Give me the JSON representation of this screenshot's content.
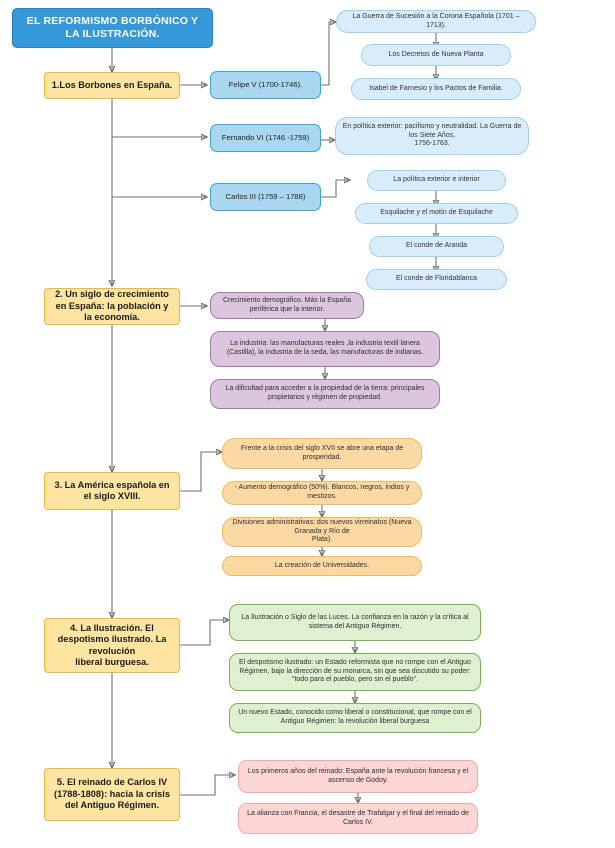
{
  "title": {
    "text": "EL REFORMISMO BORBÓNICO Y LA ILUSTRACIÓN.",
    "color": "#3498db"
  },
  "palette": {
    "title_blue": "#3498db",
    "yellow": "#fde4a0",
    "king_blue": "#a9d7f0",
    "light_blue": "#d8ecfa",
    "purple": "#dcc6de",
    "orange": "#fcd9a3",
    "green": "#dff0d0",
    "pink": "#fbd6d4",
    "connector_gray": "#6f7275"
  },
  "sections": [
    {
      "id": "s1",
      "label": "1.Los Borbones en España.",
      "kings": [
        {
          "label": "Felipe V (1700-1746).",
          "leaves": [
            "La Guerra de Sucesión a la Corona Española (1701 – 1713).",
            "Los Decretos de Nueva Planta",
            "Isabel de Farnesio y los Pactos de Familia."
          ]
        },
        {
          "label": "Fernando VI (1746 -1759)",
          "leaves": [
            "En política exterior: pacifismo y neutralidad. La Guerra de los Siete Años,\n1756-1763."
          ]
        },
        {
          "label": "Carlos III (1759 – 1788)",
          "leaves": [
            "La política exterior e interior",
            "Esquilache y el motín de Esquilache",
            "El conde de Aranda",
            "El conde de Floridablanca"
          ]
        }
      ]
    },
    {
      "id": "s2",
      "label": "2. Un siglo de crecimiento en España: la población y la economía.",
      "leaves": [
        "Crecimiento demográfico. Más la España periférica que la interior.",
        "La industria: las manufacturas reales ,la industria textil lanera (Castilla), la industria de la seda, las manufacturas de indianas.",
        "La dificultad para acceder a la propiedad de la tierra: principales propietarios y régimen de propiedad."
      ]
    },
    {
      "id": "s3",
      "label": "3. La América española en el siglo XVIII.",
      "leaves": [
        "Frente a la crisis del siglo XVII se abre una etapa de prosperidad.",
        "- Aumento demográfico (50%). Blancos, negros, indios y mestizos.",
        "Divisiones administrativas: dos nuevos virreinatos (Nueva Granada y Río de\nPlata).",
        "La creación de Universidades."
      ]
    },
    {
      "id": "s4",
      "label": "4. La Ilustración. El despotismo ilustrado. La revolución\nliberal burguesa.",
      "leaves": [
        "La Ilustración o Siglo de las Luces. La confianza en la razón y la crítica al\nsistema del Antiguo Régimen.",
        "El despotismo ilustrado: un Estado reformista que no rompe con el Antiguo Régimen, bajo la dirección de su monarca, sin que sea discutido su poder: \"todo para el pueblo, pero sin el pueblo\".",
        "Un nuevo Estado, conocido como liberal o constitucional, que rompe con el Antiguo Régimen: la revolución liberal burguesa"
      ]
    },
    {
      "id": "s5",
      "label": "5. El reinado de Carlos IV (1788-1808): hacia la crisis del Antiguo Régimen.",
      "leaves": [
        "Los primeros años del reinado: España ante la revolución francesa y el ascenso de Godoy.",
        "La alianza con Francia, el desastre de Trafalgar y el final del reinado de Carlos IV."
      ]
    }
  ]
}
